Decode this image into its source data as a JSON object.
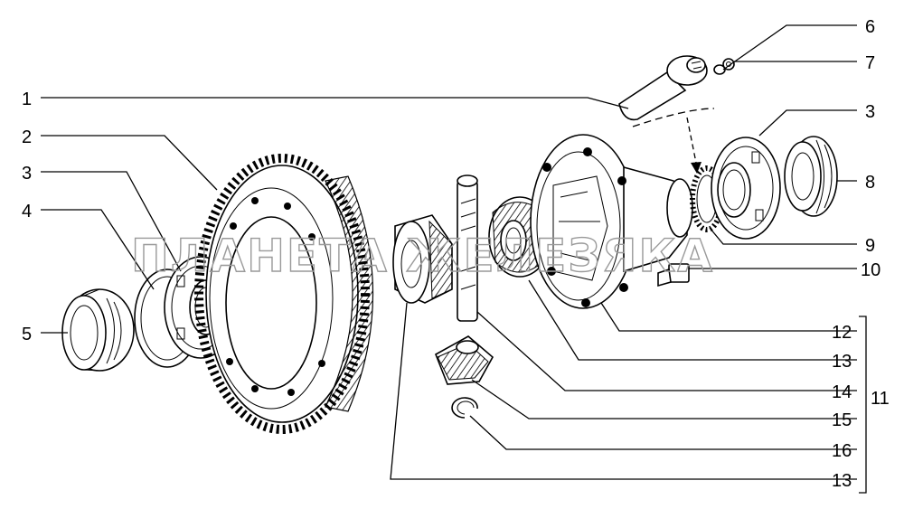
{
  "callouts": {
    "c1": "1",
    "c2": "2",
    "c3_left": "3",
    "c4": "4",
    "c5": "5",
    "c6": "6",
    "c7": "7",
    "c3_right": "3",
    "c8": "8",
    "c9": "9",
    "c10": "10",
    "c11": "11",
    "c12": "12",
    "c13_upper": "13",
    "c14": "14",
    "c15": "15",
    "c16": "16",
    "c13_lower": "13"
  },
  "watermark": "ПЛАНЕТА ЖЕЛЕЗЯКА"
}
